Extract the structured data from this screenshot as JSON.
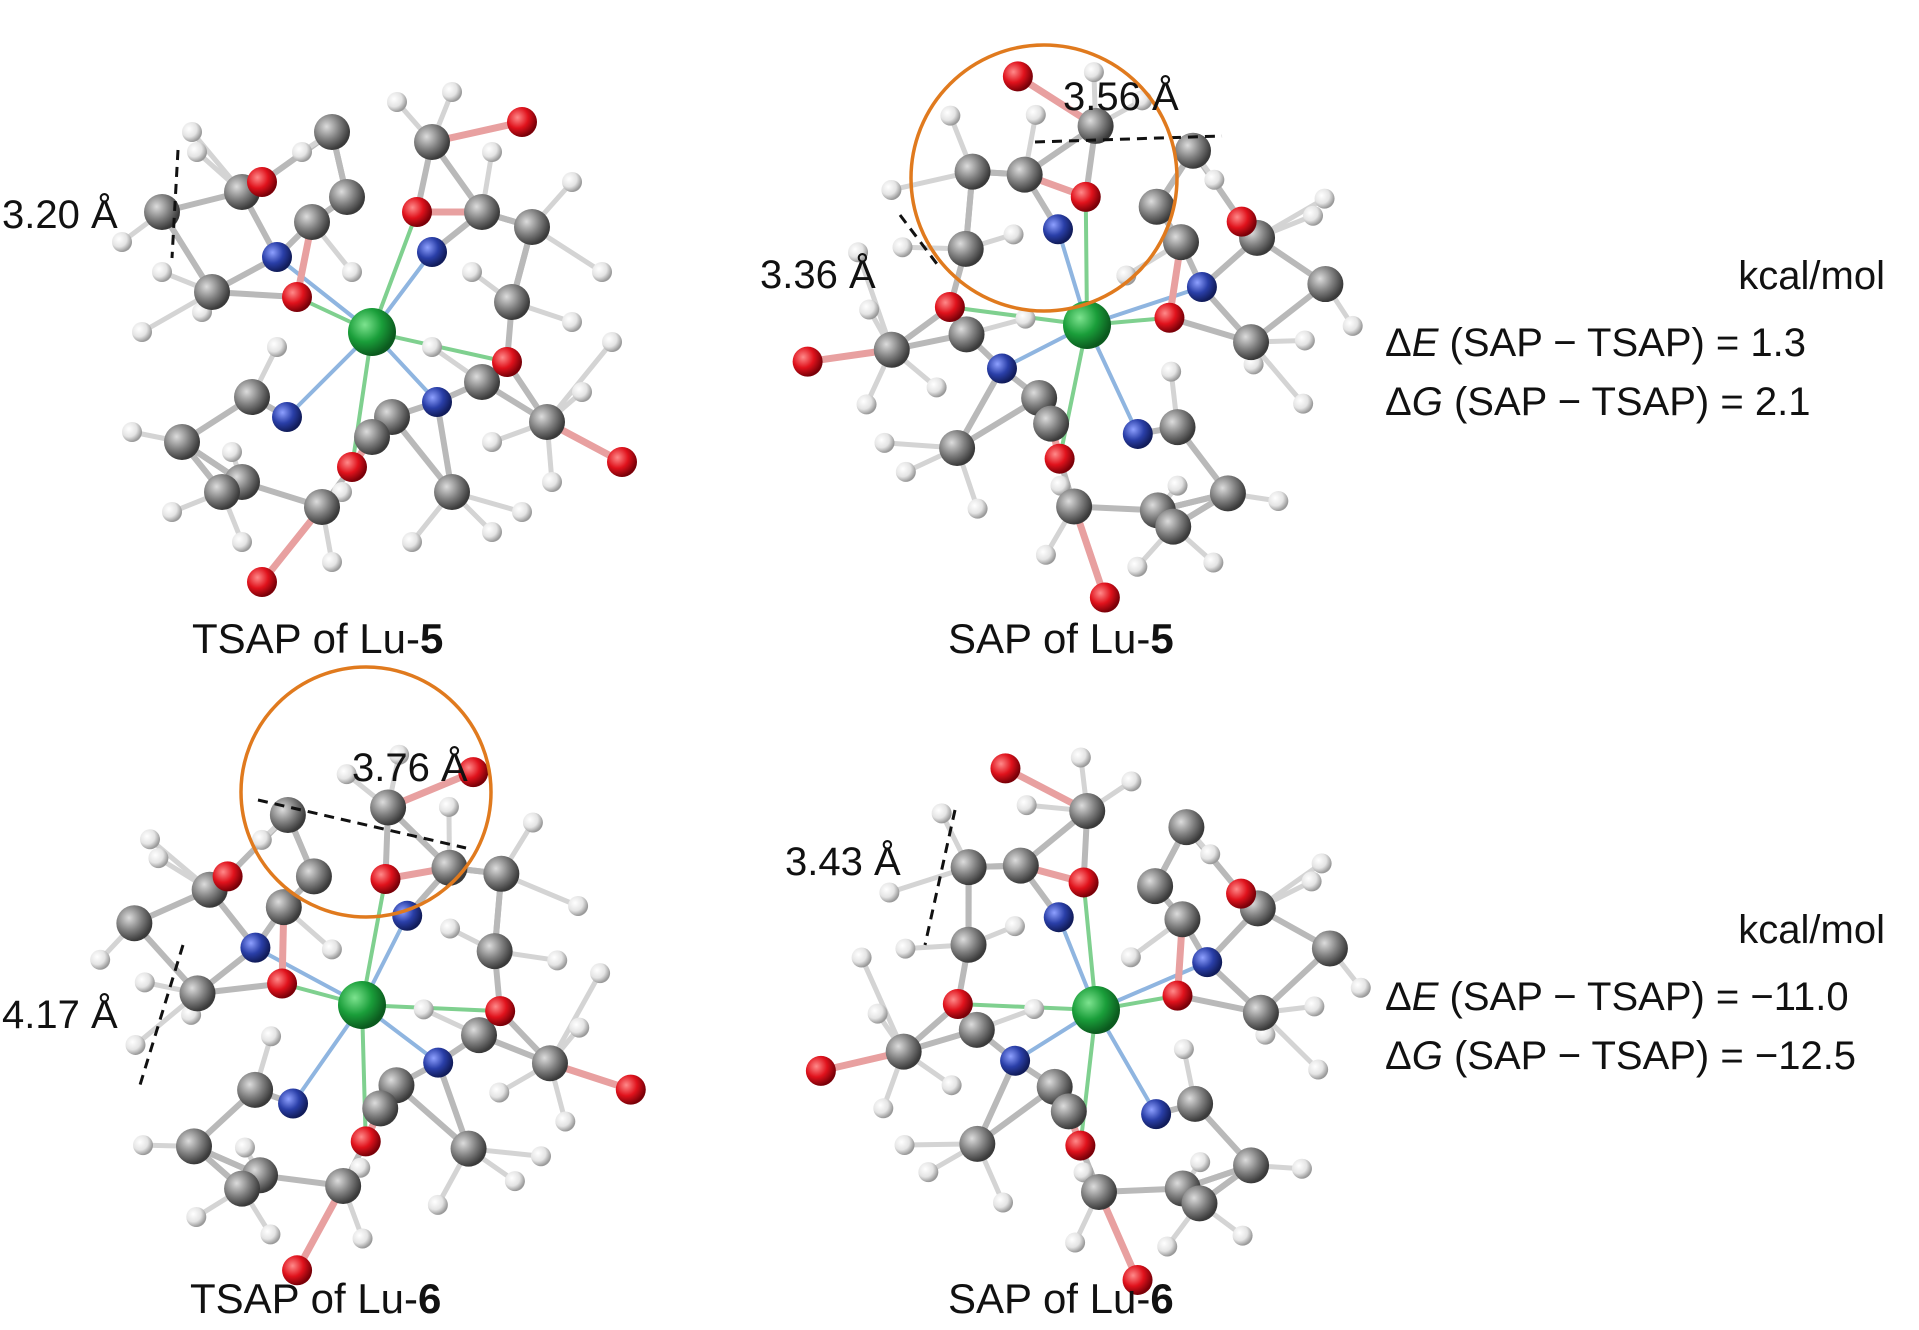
{
  "panels": [
    {
      "caption": {
        "prefix": "TSAP of Lu-",
        "num": "5"
      },
      "distances": [
        "3.20 Å"
      ],
      "highlight": false
    },
    {
      "caption": {
        "prefix": "SAP of Lu-",
        "num": "5"
      },
      "distances": [
        "3.36 Å",
        "3.56 Å"
      ],
      "highlight": true
    },
    {
      "caption": {
        "prefix": "TSAP of Lu-",
        "num": "6"
      },
      "distances": [
        "4.17 Å",
        "3.76 Å"
      ],
      "highlight": true
    },
    {
      "caption": {
        "prefix": "SAP of Lu-",
        "num": "6"
      },
      "distances": [
        "3.43 Å"
      ],
      "highlight": false
    }
  ],
  "energies": [
    {
      "unit": "kcal/mol",
      "dE": {
        "symbol": "Δ",
        "var": "E",
        "rest": " (SAP − TSAP) = 1.3"
      },
      "dG": {
        "symbol": "Δ",
        "var": "G",
        "rest": " (SAP − TSAP) = 2.1"
      }
    },
    {
      "unit": "kcal/mol",
      "dE": {
        "symbol": "Δ",
        "var": "E",
        "rest": " (SAP − TSAP) = −11.0"
      },
      "dG": {
        "symbol": "Δ",
        "var": "G",
        "rest": " (SAP − TSAP) = −12.5"
      }
    }
  ],
  "colors": {
    "lutetium": "#1a9e3a",
    "oxygen": "#e0121c",
    "nitrogen": "#2a3fa8",
    "carbon": "#808080",
    "hydrogen": "#e8e8e8",
    "highlight_circle": "#e07a1e"
  }
}
